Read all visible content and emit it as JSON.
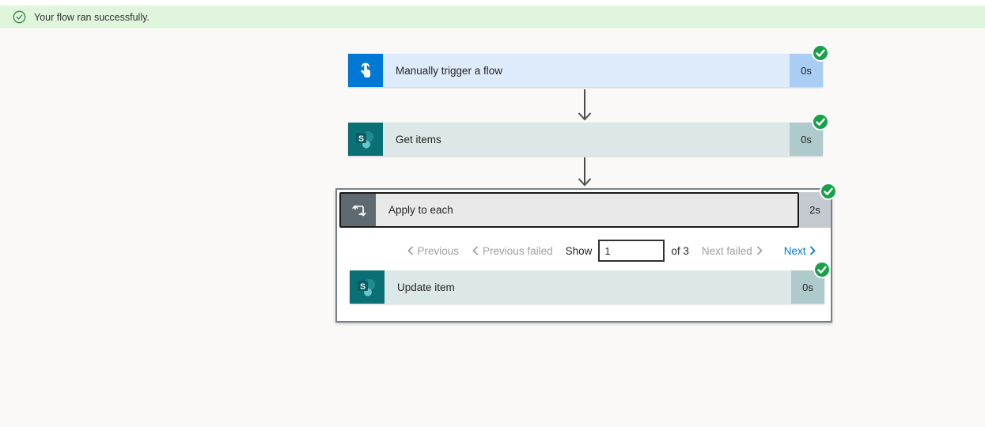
{
  "banner": {
    "message": "Your flow ran successfully."
  },
  "cards": {
    "trigger": {
      "title": "Manually trigger a flow",
      "duration": "0s"
    },
    "get_items": {
      "title": "Get items",
      "duration": "0s"
    }
  },
  "loop": {
    "title": "Apply to each",
    "duration": "2s",
    "pagination": {
      "previous": "Previous",
      "previous_failed": "Previous failed",
      "show": "Show",
      "page_value": "1",
      "of_total": "of 3",
      "next_failed": "Next failed",
      "next": "Next"
    },
    "update_item": {
      "title": "Update item",
      "duration": "0s"
    }
  },
  "icons": {
    "banner": "check-circle-icon",
    "trigger": "touch-icon",
    "sharepoint": "sharepoint-icon",
    "loop": "loop-icon",
    "status": "success-check-icon"
  },
  "colors": {
    "banner_bg": "#DFF6DD",
    "success_green": "#1AA04B",
    "banner_check_green": "#2E8540",
    "trigger_accent": "#0078D4",
    "trigger_body": "#DEEBFA",
    "trigger_duration_bg": "#A9CDF3",
    "sharepoint_accent": "#0B7075",
    "sharepoint_body": "#DCE8E8",
    "sharepoint_duration_bg": "#AECACC",
    "loop_accent": "#5D6A71",
    "loop_body": "#E9E9E9",
    "loop_duration_bg": "#C4CAD0",
    "selected_border": "#1B1A19",
    "container_border": "#76828B",
    "disabled_link": "#A19F9D",
    "next_link": "#0078D4",
    "arrow": "#4B4B4B",
    "page_bg": "#FAF9F8"
  }
}
